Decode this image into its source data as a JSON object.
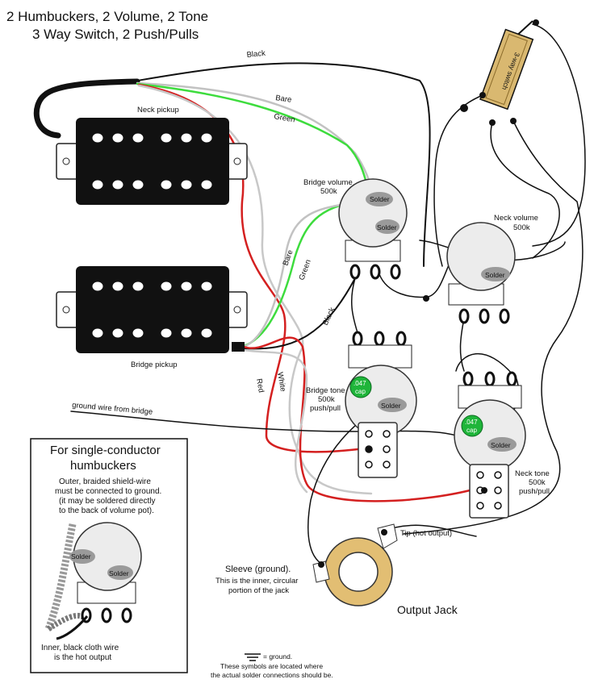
{
  "title": {
    "line1": "2 Humbuckers, 2 Volume, 2 Tone",
    "line2": "3 Way Switch, 2 Push/Pulls"
  },
  "pickups": {
    "neck": {
      "label": "Neck pickup"
    },
    "bridge": {
      "label": "Bridge pickup"
    }
  },
  "wire_labels": {
    "black_top": "Black",
    "bare_top": "Bare",
    "green_top": "Green",
    "bare_mid": "Bare",
    "green_mid": "Green",
    "black_mid": "Black",
    "red": "Red",
    "white": "White",
    "ground_from_bridge": "ground wire from bridge"
  },
  "switch": {
    "label": "3-way switch"
  },
  "pots": {
    "bridge_volume": {
      "line1": "Bridge volume",
      "line2": "500k"
    },
    "neck_volume": {
      "line1": "Neck volume",
      "line2": "500k"
    },
    "bridge_tone": {
      "line1": "Bridge tone",
      "line2": "500k",
      "line3": "push/pull"
    },
    "neck_tone": {
      "line1": "Neck tone",
      "line2": "500k",
      "line3": "push/pull"
    }
  },
  "solder_label": "Solder",
  "cap": {
    "line1": ".047",
    "line2": "cap"
  },
  "jack": {
    "label": "Output Jack",
    "tip": "Tip (hot output)",
    "sleeve_line1": "Sleeve (ground).",
    "sleeve_line2": "This is the inner, circular",
    "sleeve_line3": "portion of the jack"
  },
  "inset": {
    "title1": "For single-conductor",
    "title2": "humbuckers",
    "desc1": "Outer, braided shield-wire",
    "desc2": "must be connected to ground.",
    "desc3": "(it may be soldered directly",
    "desc4": "to the back of volume pot).",
    "solder1": "Solder",
    "solder2": "Solder",
    "foot1": "Inner, black cloth wire",
    "foot2": "is the hot output"
  },
  "legend": {
    "line1": "= ground.",
    "line2": "These symbols are located where",
    "line3": "the actual solder connections should be."
  },
  "colors": {
    "wire_black": "#111111",
    "wire_red": "#d42020",
    "wire_green": "#3ddc3d",
    "wire_bare": "#bdbdbd",
    "pot_fill": "#ececec",
    "solder_blob": "#9a9a9a",
    "cap_green": "#1fb53a",
    "switch_tan": "#d9b870",
    "jack_tan": "#e2be73"
  }
}
